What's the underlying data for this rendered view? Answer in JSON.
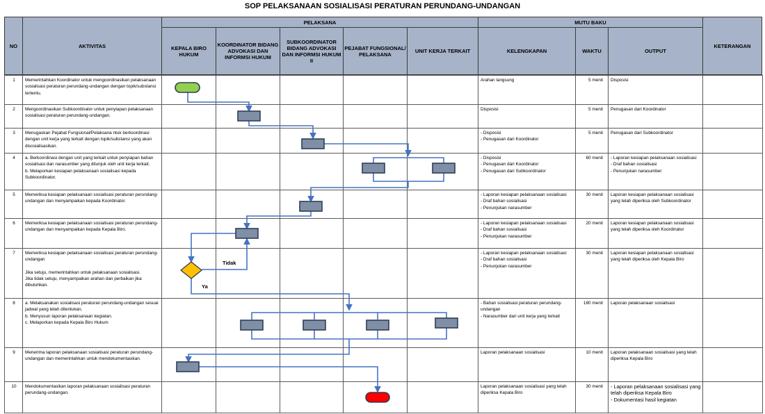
{
  "title": "SOP PELAKSANAAN SOSIALISASI PERATURAN PERUNDANG-UNDANGAN",
  "headers": {
    "no": "NO",
    "aktivitas": "AKTIVITAS",
    "pelaksana": "PELAKSANA",
    "mutu_baku": "MUTU BAKU",
    "keterangan": "KETERANGAN",
    "kepala": "KEPALA BIRO HUKUM",
    "koordinator": "KOORDINATOR BIDANG ADVOKASI DAN INFORMSI HUKUM",
    "subkoordinator": "SUBKOORDINATOR BIDANG ADVOKASI DAN INFORMSI HUKUM II",
    "pejabat": "PEJABAT FUNGSIONAL/ PELAKSANA",
    "unit": "UNIT KERJA TERKAIT",
    "kelengkapan": "KELENGKAPAN",
    "waktu": "WAKTU",
    "output": "OUTPUT"
  },
  "rows": [
    {
      "no": "1",
      "aktivitas": "Memerintahkan Koordinator untuk mengoordinasikan pelaksanaan sosialisasi peraturan perundang-undangan dengan topik/substansi tertentu.",
      "kelengkapan": "Arahan langsung",
      "waktu": "5  menit",
      "output": "Disposisi"
    },
    {
      "no": "2",
      "aktivitas": "Mengoordinasikan Subkoordinator untuk penyiapan pelaksanaan sosialisasi peraturan perundang-undangan.",
      "kelengkapan": "Disposisi",
      "waktu": "5  menit",
      "output": "Penugasan dari Koordinator"
    },
    {
      "no": "3",
      "aktivitas": "Menugaskan Pejabat Fungsional/Pelaksana ntuk berkoordinasi dengan unit kerja yang terkait dengan topik/substansi yang akan disosialisasikan.",
      "kelengkapan": "- Disposisi\n- Penugasan dari Koordinator",
      "waktu": "5  menit",
      "output": "Penugasan dari Subkoordinator"
    },
    {
      "no": "4",
      "aktivitas": "a. Berkoordinasi dengan unit yang terkait untuk penyiapan bahan sosialisasi dan narasumber yang ditunjuk oleh unit kerja terkait.\nb. Melaporkan kesiapan pelaksanaan sosialisasi kepada Subkoordinator.",
      "kelengkapan": "- Disposisi\n- Penugasan dari Koordinator\n- Penugasan dari Subkoordinator",
      "waktu": "60  menit",
      "output": "- Laporan kesiapan pelaksanaan sosialisasi\n- Draf bahan sosialisasi\n- Penunjukan narasumber"
    },
    {
      "no": "5",
      "aktivitas": "Memeriksa kesiapan pelaksanaan sosialisasi peraturan perundang-undangan dan menyampaikan kepada Koordinator.",
      "kelengkapan": "- Laporan kesiapan pelaksanaan sosialisasi\n- Draf bahan sosialisasi\n- Penunjukan narasumber",
      "waktu": "30  menit",
      "output": "Laporan kesiapan pelaksanaan sosialisasi yang telah diperiksa oleh Subkoordinator"
    },
    {
      "no": "6",
      "aktivitas": "Memeriksa kesiapan pelaksanaan sosialisasi peraturan perundang-undangan dan menyampaikan kepada Kepala Biro.",
      "kelengkapan": "- Laporan kesiapan pelaksanaan sosialisasi\n- Draf bahan sosialisasi\n- Penunjukan narasumber",
      "waktu": "20  menit",
      "output": "Laporan kesiapan pelaksanaan sosialisasi yang telah diperiksa oleh Koordinator"
    },
    {
      "no": "7",
      "aktivitas": "Memeriksa kesiapan pelaksanaan sosialisasi peraturan perundang-undangan\n\nJika setuju, memerintahkan untuk pelaksanaan sosialisasi.\nJika tidak setuju, menyampaikan arahan dan perbaikan jika dibutuhkan.",
      "kelengkapan": "- Laporan kesiapan pelaksanaan sosialisasi\n- Draf bahan sosialisasi\n- Penunjukan narasumber",
      "waktu": "30  menit",
      "output": "Laporan kesiapan pelaksanaan sosialisasi yang telah diperiksa oleh Kepala Biro"
    },
    {
      "no": "8",
      "aktivitas": "a. Melaksanakan sosialisasi peraturan perundang-undangan sesuai jadwal yang telah ditentukan.\nb. Menyusun laporan pelaksanaan kegiatan.\nc. Melaporkan kepada Kepala Biro Hukum",
      "kelengkapan": "- Bahan sosialisasi peraturan perundang-undangan\n- Narasumber dari unit kerja yang terkait",
      "waktu": "180  menit",
      "output": "Laporan pelaksanaan sosialisasi"
    },
    {
      "no": "9",
      "aktivitas": "Menerima laporan pelaksanaan sosialisasi peraturan perundang-undangan dan memerintahkan untuk mendokumentasikan.",
      "kelengkapan": "Laporan pelaksanaan sosialisasi",
      "waktu": "10  menit",
      "output": "Laporan pelaksanaan sosialisasi yang telah diperiksa Kepala Biro"
    },
    {
      "no": "10",
      "aktivitas": "Mendokumentasikan laporan pelaksanaan sosialisasi peraturan perundang-undangan.",
      "kelengkapan": "Laporan pelaksanaan sosialisasi yang telah diperiksa Kepala Biro",
      "waktu": "30  menit",
      "output": "- Laporan pelaksanaan sosialisasi yang telah diperiksa Kepala Biro\n- Dokumentasi hasil kegiatan"
    }
  ],
  "flow_labels": {
    "tidak": "Tidak",
    "ya": "Ya"
  },
  "colors": {
    "header_bg": "#a6b3c8",
    "process_box": "#7f8fa6",
    "connector": "#4472c4",
    "start": "#92d050",
    "end": "#ff0000",
    "decision": "#ffc000"
  }
}
